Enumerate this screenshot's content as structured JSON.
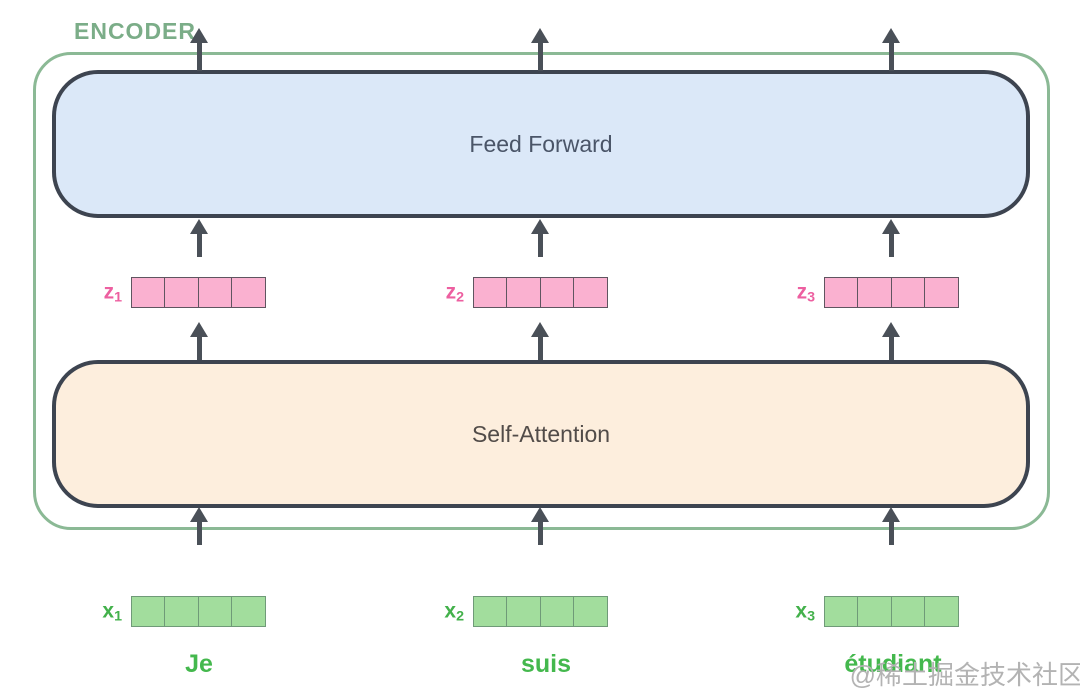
{
  "diagram": {
    "title": "ENCODER",
    "blocks": {
      "feed_forward": {
        "label": "Feed Forward"
      },
      "self_attention": {
        "label": "Self-Attention"
      }
    },
    "z_vectors": [
      {
        "name": "z1",
        "base": "z",
        "sub": "1",
        "cells": 4
      },
      {
        "name": "z2",
        "base": "z",
        "sub": "2",
        "cells": 4
      },
      {
        "name": "z3",
        "base": "z",
        "sub": "3",
        "cells": 4
      }
    ],
    "x_vectors": [
      {
        "name": "x1",
        "base": "x",
        "sub": "1",
        "cells": 4
      },
      {
        "name": "x2",
        "base": "x",
        "sub": "2",
        "cells": 4
      },
      {
        "name": "x3",
        "base": "x",
        "sub": "3",
        "cells": 4
      }
    ],
    "input_tokens": [
      "Je",
      "suis",
      "étudiant"
    ],
    "colors": {
      "encoder_label": "#7bad88",
      "encoder_border": "#8bb995",
      "feed_forward_fill": "#dbe8f8",
      "self_attention_fill": "#fdeedd",
      "block_border": "#3d4450",
      "arrow": "#4a5058",
      "z_cell_fill": "#fab1d0",
      "z_label": "#ed5fa0",
      "x_cell_fill": "#a2dd9d",
      "x_label": "#43b14b",
      "token_text": "#44b84d",
      "watermark_text": "#b3b3b3"
    },
    "watermark": "@稀土掘金技术社区"
  }
}
